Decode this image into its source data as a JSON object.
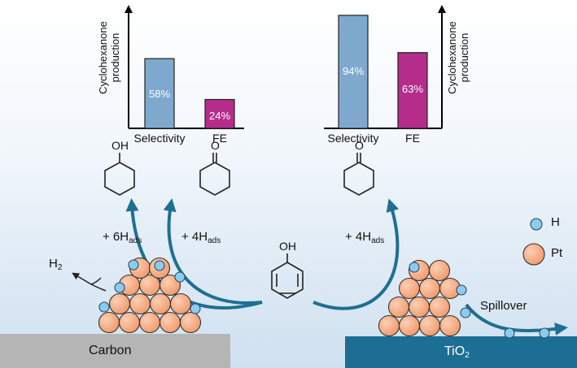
{
  "charts": {
    "ylabel_line1": "Cyclohexanone",
    "ylabel_line2": "production",
    "left": {
      "bars": [
        {
          "category": "Selectivity",
          "value": 58,
          "label": "58%",
          "color": "#7fa8cf"
        },
        {
          "category": "FE",
          "value": 24,
          "label": "24%",
          "color": "#b52c8a"
        }
      ]
    },
    "right": {
      "bars": [
        {
          "category": "Selectivity",
          "value": 94,
          "label": "94%",
          "color": "#7fa8cf"
        },
        {
          "category": "FE",
          "value": 63,
          "label": "63%",
          "color": "#b52c8a"
        }
      ]
    }
  },
  "chart_data": [
    {
      "type": "bar",
      "categories": [
        "Selectivity",
        "FE"
      ],
      "values": [
        58,
        24
      ],
      "ylabel": "Cyclohexanone production",
      "ylim": [
        0,
        100
      ]
    },
    {
      "type": "bar",
      "categories": [
        "Selectivity",
        "FE"
      ],
      "values": [
        94,
        63
      ],
      "ylabel": "Cyclohexanone production",
      "ylim": [
        0,
        100
      ]
    }
  ],
  "molecules": {
    "oh": "OH",
    "o": "O"
  },
  "reactions": {
    "left_6h_prefix": "+ 6H",
    "left_4h_prefix": "+ 4H",
    "right_4h_prefix": "+ 4H",
    "ads": "ads"
  },
  "h2": {
    "main": "H",
    "sub": "2"
  },
  "legend": {
    "h_label": "H",
    "pt_label": "Pt"
  },
  "spillover": "Spillover",
  "substrates": {
    "carbon": "Carbon",
    "tio2_main": "TiO",
    "tio2_sub": "2"
  },
  "colors": {
    "pt": "#f5a77c",
    "h": "#8ccbee",
    "arrow": "#1f6f93",
    "carbon": "#b5b5b5",
    "tio2": "#1c6e94"
  }
}
